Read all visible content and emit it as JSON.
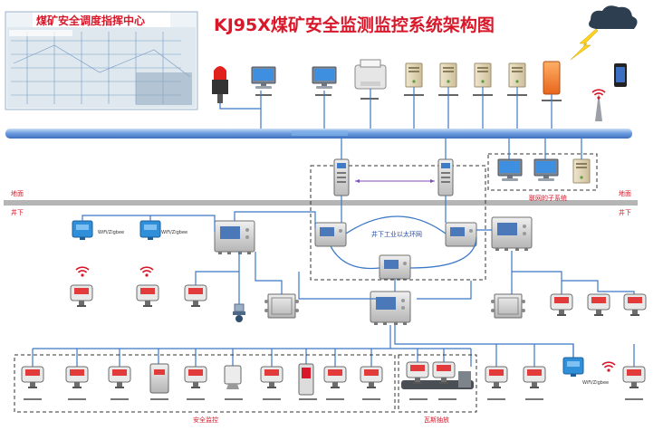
{
  "title": "KJ95X煤矿安全监测监控系统架构图",
  "dispatch_center": "煤矿安全调度指挥中心",
  "ground_label": "地面",
  "ground_label_right": "地面",
  "underground_label": "井下",
  "underground_label_right": "井下",
  "ring_network_label": "井下工业以太环网",
  "linked_subsystem_label": "联网的子系统",
  "safety_monitoring_label": "安全监控",
  "gas_drainage_label": "瓦斯抽放",
  "wireless_label": "WiFi/Zigbee",
  "colors": {
    "title_red": "#d8182a",
    "bus_blue": "#5a8fd6",
    "wire_blue": "#3b78c8",
    "device_blue": "#2f8fd8",
    "substation_gray": "#d9d9d9"
  }
}
